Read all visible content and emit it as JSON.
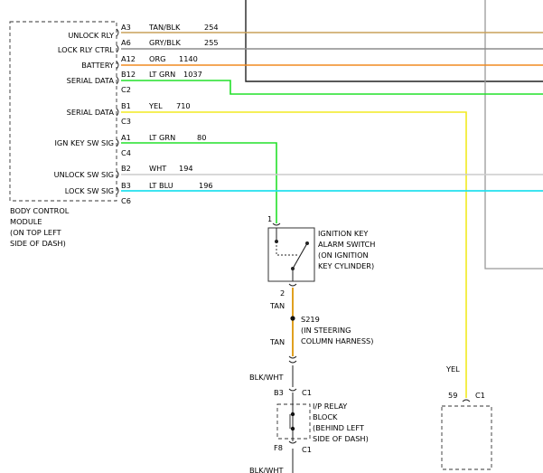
{
  "module": {
    "name": [
      "BODY CONTROL",
      "MODULE",
      "(ON TOP LEFT",
      "SIDE OF DASH)"
    ],
    "pins": [
      {
        "label": "UNLOCK RLY",
        "pin": "A3",
        "color": "TAN/BLK",
        "circuit": "254",
        "wire": "#c8a05a"
      },
      {
        "label": "LOCK RLY CTRL",
        "pin": "A6",
        "color": "GRY/BLK",
        "circuit": "255",
        "wire": "#8c8c8c"
      },
      {
        "label": "BATTERY",
        "pin": "A12",
        "color": "ORG",
        "circuit": "1140",
        "wire": "#f08a20"
      },
      {
        "label": "SERIAL DATA",
        "pin": "B12",
        "color": "LT GRN",
        "circuit": "1037",
        "wire": "#22e02a"
      },
      {
        "label": "SERIAL DATA",
        "pin": "B1",
        "color": "YEL",
        "circuit": "710",
        "wire": "#f2ea20"
      },
      {
        "label": "IGN KEY SW SIG",
        "pin": "A1",
        "color": "LT GRN",
        "circuit": "80",
        "wire": "#22e02a"
      },
      {
        "label": "UNLOCK SW SIG",
        "pin": "B2",
        "color": "WHT",
        "circuit": "194",
        "wire": "#cccccc"
      },
      {
        "label": "LOCK SW SIG",
        "pin": "B3",
        "color": "LT BLU",
        "circuit": "196",
        "wire": "#22e0ee"
      }
    ],
    "connectors": [
      "C2",
      "C3",
      "C4",
      "C6"
    ]
  },
  "ignition_switch": {
    "pin_top": "1",
    "pin_bottom": "2",
    "name": [
      "IGNITION KEY",
      "ALARM SWITCH",
      "(ON IGNITION",
      "KEY CYLINDER)"
    ],
    "wire_color_1": "TAN",
    "wire_color_2": "TAN",
    "wire_hex": "#e0a020"
  },
  "splice": {
    "id": "S219",
    "location": [
      "(IN STEERING",
      "COLUMN HARNESS)"
    ]
  },
  "relay_block": {
    "wire_in": "BLK/WHT",
    "pin_top": "B3",
    "conn_top": "C1",
    "pin_bottom": "F8",
    "conn_bottom": "C1",
    "name": [
      "I/P RELAY",
      "BLOCK",
      "(BEHIND LEFT",
      "SIDE OF DASH)"
    ],
    "wire_out": "BLK/WHT"
  },
  "right_component": {
    "wire_color": "YEL",
    "pin": "59",
    "conn": "C1"
  }
}
